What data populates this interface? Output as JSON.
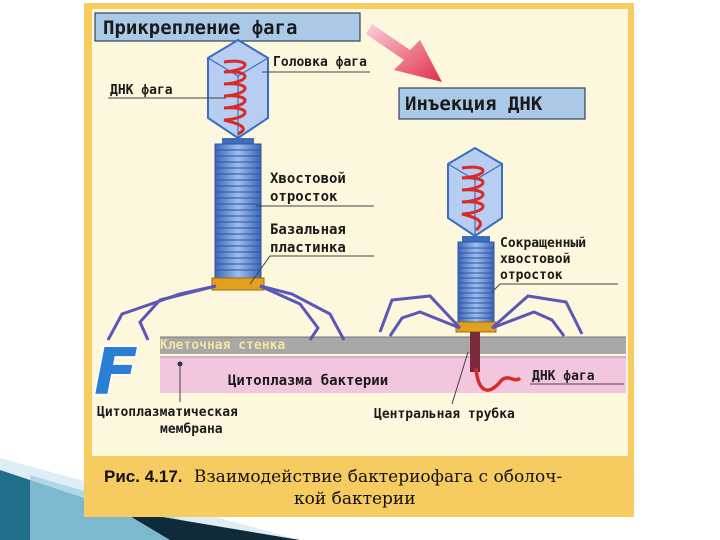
{
  "title_attach": "Прикрепление фага",
  "title_inject": "Инъекция ДНК",
  "labels": {
    "head": "Головка фага",
    "dna_left": "ДНК фага",
    "tail_line1": "Хвостовой",
    "tail_line2": "отросток",
    "base_line1": "Базальная",
    "base_line2": "пластинка",
    "contracted_line1": "Сокращенный",
    "contracted_line2": "хвостовой",
    "contracted_line3": "отросток",
    "cell_wall": "Клеточная стенка",
    "cytoplasm": "Цитоплазма бактерии",
    "dna_right": "ДНК фага",
    "membrane_line1": "Цитоплазматическая",
    "membrane_line2": "мембрана",
    "central_tube": "Центральная трубка"
  },
  "logo_letter": "F",
  "caption": {
    "prefix": "Рис. 4.17.",
    "line1": "Взаимодействие бактериофага с оболоч-",
    "line2": "кой бактерии"
  },
  "colors": {
    "frame": "#f6cc60",
    "panel": "#fdf7de",
    "title_box": "#a9c9e6",
    "phage_blue": "#3d6dbf",
    "dna_red": "#d92a2a",
    "wall": "#a8a8a8",
    "cytoplasm": "#f1c6de",
    "arrow": "#e0304a",
    "base_plate": "#e2a020"
  }
}
